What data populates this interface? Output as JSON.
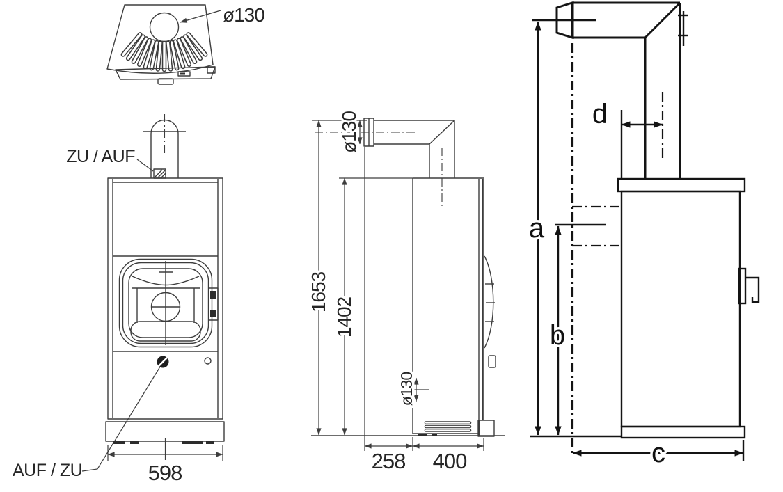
{
  "colors": {
    "background": "#ffffff",
    "line": "#3d3d3d",
    "schematic_line": "#141414",
    "body_fill": "#b9bdc0"
  },
  "top_view": {
    "flue_diameter": "ø130"
  },
  "front_view": {
    "damper_top": "ZU / AUF",
    "damper_bottom": "AUF / ZU",
    "width_mm": "598"
  },
  "side_view": {
    "height_total_mm": "1653",
    "height_flue_mm": "1402",
    "flue_diameter": "ø130",
    "rear_outlet_diameter": "ø130",
    "flue_offset_mm": "258",
    "depth_mm": "400"
  },
  "schematic": {
    "dim_a": "a",
    "dim_b": "b",
    "dim_c": "c",
    "dim_d": "d"
  }
}
